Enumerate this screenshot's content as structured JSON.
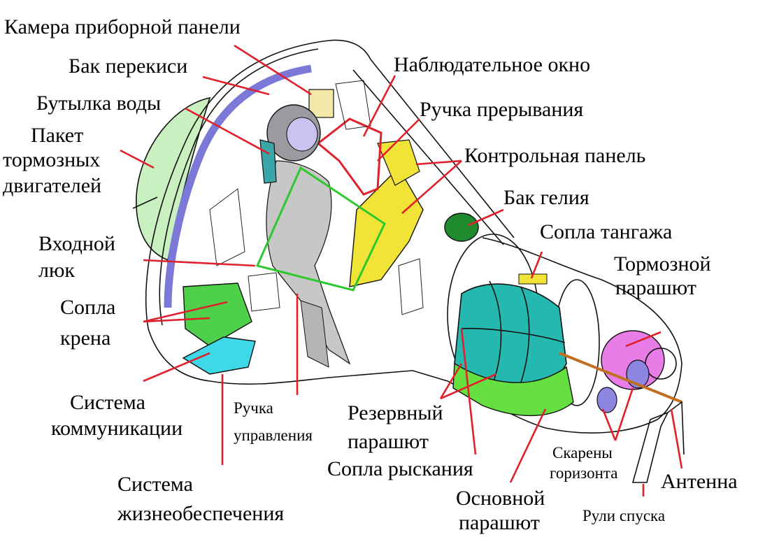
{
  "labels": {
    "instrument_camera": "Камера приборной панели",
    "peroxide_tank": "Бак перекиси",
    "observation_window": "Наблюдательное окно",
    "water_bottle": "Бутылка воды",
    "abort_handle": "Ручка прерывания",
    "retro_pack": [
      "Пакет",
      "тормозных",
      "двигателей"
    ],
    "control_panel": "Контрольная панель",
    "helium_tank": "Бак гелия",
    "pitch_jets": "Сопла тангажа",
    "entry_hatch": [
      "Входной",
      "люк"
    ],
    "drogue_chute": [
      "Тормозной",
      "парашют"
    ],
    "roll_jets": [
      "Сопла",
      "крена"
    ],
    "comm_system": [
      "Система",
      "коммуникации"
    ],
    "control_stick": [
      "Ручка",
      "управления"
    ],
    "reserve_chute": [
      "Резервный",
      "парашют"
    ],
    "yaw_jets": "Сопла рыскания",
    "horizon_scanners": [
      "Скарены",
      "горизонта"
    ],
    "antenna": "Антенна",
    "life_support": [
      "Система",
      "жизнеобеспечения"
    ],
    "main_chute": [
      "Основной",
      "парашют"
    ],
    "descent_rudders": "Рули спуска"
  },
  "colors": {
    "leader": "#e0202a",
    "retro_pack": "#c8f0c0",
    "peroxide_tank": "#7b78d8",
    "water_bottle": "#3aa6a8",
    "instrument_camera": "#f3e8a8",
    "control_panel": "#f2e437",
    "helium_tank": "#1f8a2e",
    "roll_jets": "#4fd04a",
    "comm_system": "#3fd8e8",
    "parachute_canister": "#25b8b0",
    "reserve_chute": "#66e040",
    "drogue_chute": "#e87de8",
    "horizon_scanners": "#8c86e0",
    "window_outline": "#e0202a",
    "stick_outline": "#2ec82e"
  }
}
